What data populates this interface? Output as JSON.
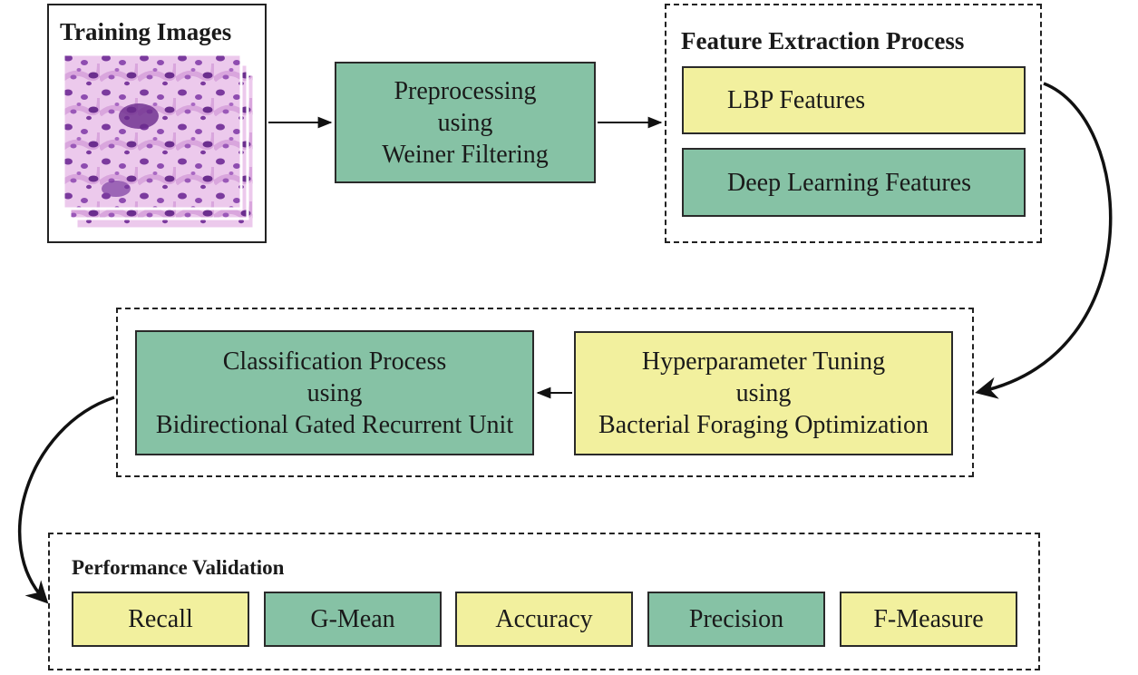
{
  "colors": {
    "teal": "#86c2a5",
    "yellow": "#f2f09e",
    "tissue_bg": "#e9c8ea",
    "tissue_nuclei": "#7a3aa0"
  },
  "training": {
    "title": "Training Images",
    "image_icon": "histology-image-stack-icon"
  },
  "preprocessing": {
    "line1": "Preprocessing",
    "line2": "using",
    "line3": "Weiner Filtering"
  },
  "feature_extraction": {
    "title": "Feature Extraction Process",
    "lbp": "LBP Features",
    "deep": "Deep Learning Features"
  },
  "hyperparameter": {
    "line1": "Hyperparameter Tuning",
    "line2": "using",
    "line3": "Bacterial Foraging Optimization"
  },
  "classification": {
    "line1": "Classification Process",
    "line2": "using",
    "line3": "Bidirectional Gated Recurrent Unit"
  },
  "performance": {
    "title": "Performance Validation",
    "metrics": [
      {
        "label": "Recall",
        "color": "yellow"
      },
      {
        "label": "G-Mean",
        "color": "teal"
      },
      {
        "label": "Accuracy",
        "color": "yellow"
      },
      {
        "label": "Precision",
        "color": "teal"
      },
      {
        "label": "F-Measure",
        "color": "yellow"
      }
    ]
  }
}
